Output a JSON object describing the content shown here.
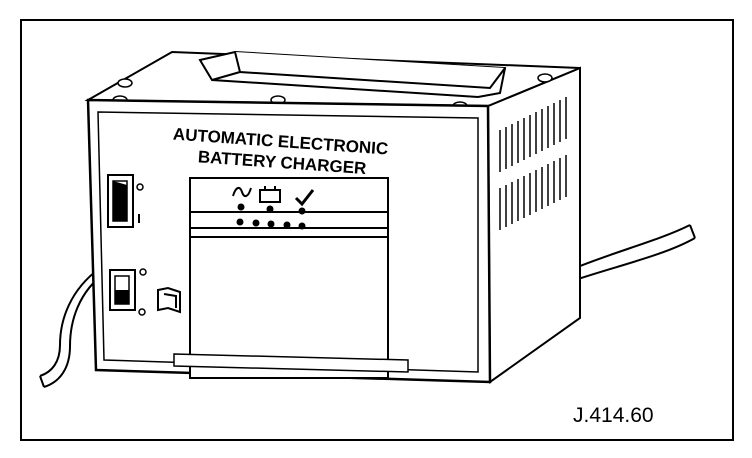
{
  "figure": {
    "panel_title_line1": "AUTOMATIC ELECTRONIC",
    "panel_title_line2": "BATTERY CHARGER",
    "reference": "J.414.60"
  },
  "indicators": [
    {
      "icon": "ac-sine-icon"
    },
    {
      "icon": "battery-icon"
    },
    {
      "icon": "checkmark-icon"
    }
  ],
  "led_row_count": 5,
  "colors": {
    "line": "#000000",
    "background": "#ffffff"
  }
}
